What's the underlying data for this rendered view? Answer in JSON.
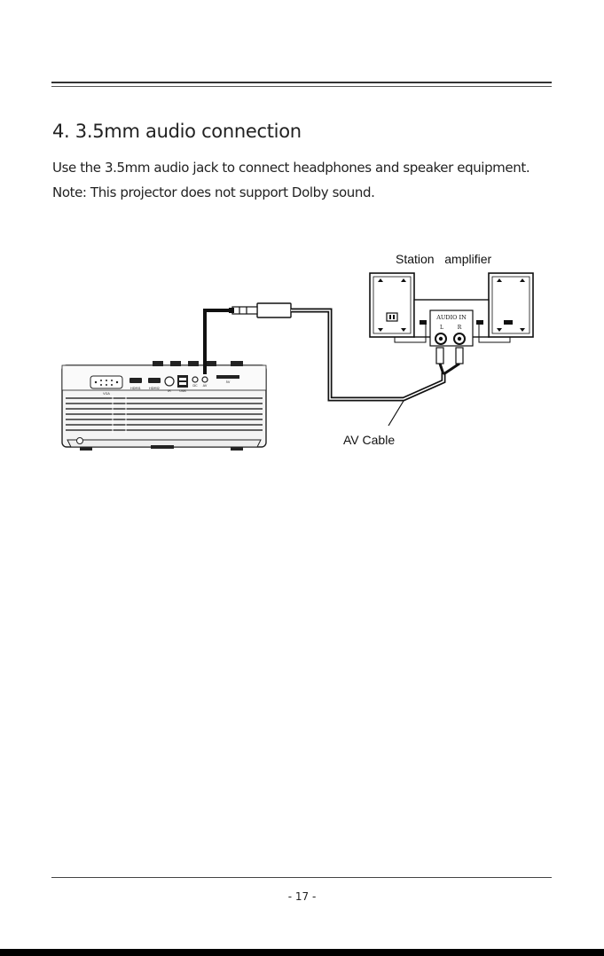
{
  "section": {
    "title": "4. 3.5mm audio connection",
    "line1": "Use the 3.5mm audio jack to connect headphones and speaker equipment.",
    "line2": "Note: This projector does not support Dolby sound."
  },
  "diagram": {
    "speaker_label": "Station   amplifier",
    "cable_label": "AV Cable",
    "audio_in_label": "AUDIO IN",
    "left_channel": "L",
    "right_channel": "R",
    "port_labels": [
      "VGA",
      "HDMI1",
      "HDMI2",
      "IR",
      "USB",
      "DC",
      "AV",
      "5V"
    ]
  },
  "footer": {
    "page_number": "- 17 -"
  }
}
